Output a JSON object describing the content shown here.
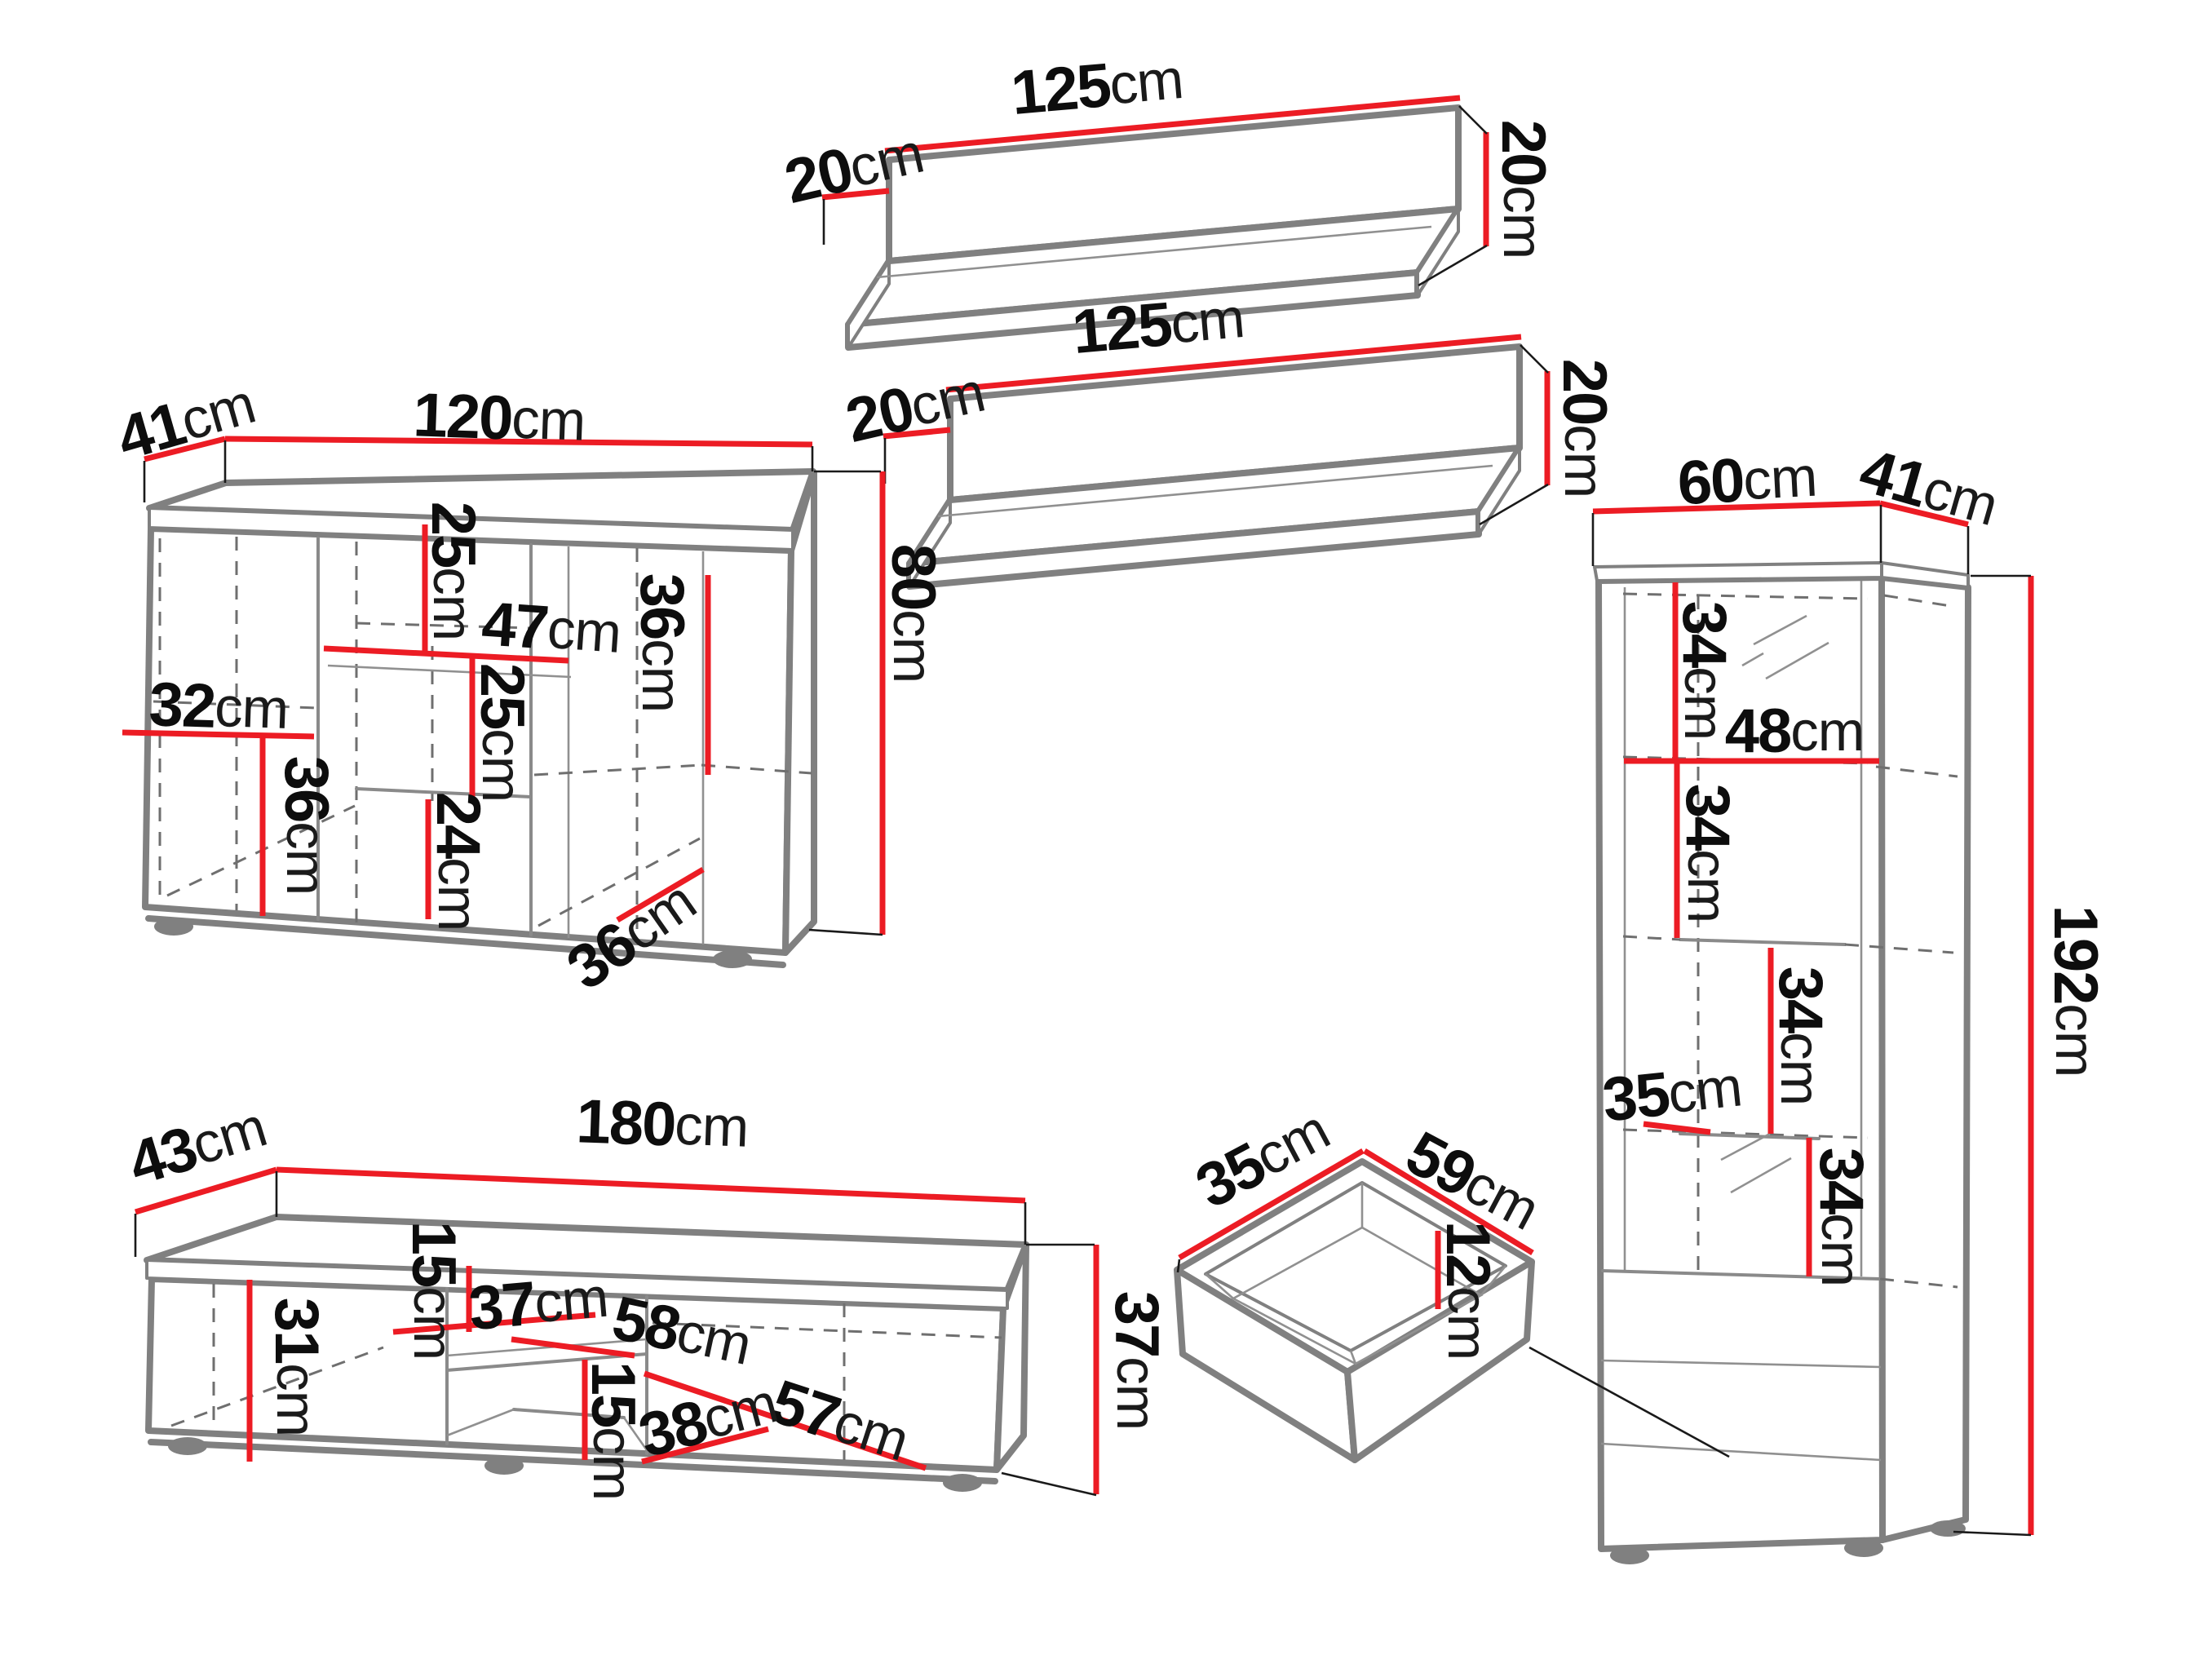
{
  "diagram_title": "furniture set dimension drawing",
  "colors": {
    "dimension_line": "#ec1c24",
    "outline": "#808080",
    "label_text": "#0d0d0d",
    "background": "#ffffff"
  },
  "pieces": {
    "wall_shelf_1": {
      "label": "wall shelf",
      "length": {
        "num": "125",
        "unit": "cm"
      },
      "depth": {
        "num": "20",
        "unit": "cm"
      },
      "height": {
        "num": "20",
        "unit": "cm"
      }
    },
    "wall_shelf_2": {
      "label": "wall shelf",
      "length": {
        "num": "125",
        "unit": "cm"
      },
      "depth": {
        "num": "20",
        "unit": "cm"
      },
      "height": {
        "num": "20",
        "unit": "cm"
      }
    },
    "sideboard": {
      "label": "sideboard",
      "depth": {
        "num": "41",
        "unit": "cm"
      },
      "width": {
        "num": "120",
        "unit": "cm"
      },
      "height": {
        "num": "80",
        "unit": "cm"
      },
      "interior": {
        "upper_section_height": {
          "num": "25",
          "unit": "cm"
        },
        "middle_shelf_width": {
          "num": "47",
          "unit": "cm"
        },
        "middle_section_height": {
          "num": "25",
          "unit": "cm"
        },
        "left_shelf_width": {
          "num": "32",
          "unit": "cm"
        },
        "left_section_height": {
          "num": "36",
          "unit": "cm"
        },
        "lower_section_height": {
          "num": "24",
          "unit": "cm"
        },
        "right_section_height": {
          "num": "36",
          "unit": "cm"
        },
        "bottom_shelf_depth": {
          "num": "36",
          "unit": "cm"
        }
      }
    },
    "tv_stand": {
      "label": "TV stand",
      "depth": {
        "num": "43",
        "unit": "cm"
      },
      "width": {
        "num": "180",
        "unit": "cm"
      },
      "height": {
        "num": "37",
        "unit": "cm"
      },
      "interior": {
        "left_section_height": {
          "num": "31",
          "unit": "cm"
        },
        "upper_niche_height": {
          "num": "15",
          "unit": "cm"
        },
        "niche_shelf_depth": {
          "num": "37",
          "unit": "cm"
        },
        "niche_shelf_width": {
          "num": "58",
          "unit": "cm"
        },
        "right_section_width": {
          "num": "57",
          "unit": "cm"
        },
        "lower_niche_height": {
          "num": "15",
          "unit": "cm"
        },
        "bottom_shelf_depth": {
          "num": "38",
          "unit": "cm"
        }
      }
    },
    "tall_cabinet": {
      "label": "tall display cabinet",
      "width": {
        "num": "60",
        "unit": "cm"
      },
      "depth": {
        "num": "41",
        "unit": "cm"
      },
      "height": {
        "num": "192",
        "unit": "cm"
      },
      "interior": {
        "section1_height": {
          "num": "34",
          "unit": "cm"
        },
        "shelf_width": {
          "num": "48",
          "unit": "cm"
        },
        "section2_height": {
          "num": "34",
          "unit": "cm"
        },
        "section3_height": {
          "num": "34",
          "unit": "cm"
        },
        "shelf_depth": {
          "num": "35",
          "unit": "cm"
        },
        "section4_height": {
          "num": "34",
          "unit": "cm"
        }
      }
    },
    "drawer": {
      "label": "drawer",
      "depth": {
        "num": "35",
        "unit": "cm"
      },
      "width": {
        "num": "59",
        "unit": "cm"
      },
      "height": {
        "num": "12",
        "unit": "cm"
      }
    }
  }
}
